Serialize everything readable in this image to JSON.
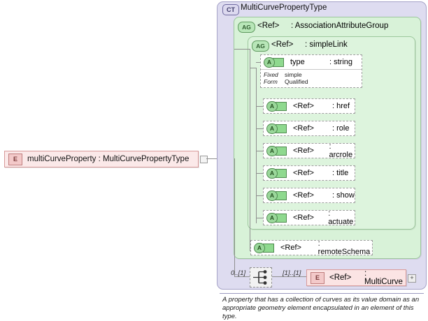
{
  "root_element": {
    "badge": "E",
    "label": "multiCurveProperty  : MultiCurvePropertyType",
    "name": "multiCurveProperty",
    "type": "MultiCurvePropertyType",
    "expander_icon": "collapse-box-icon"
  },
  "complex_type": {
    "badge": "CT",
    "title": "MultiCurvePropertyType"
  },
  "attribute_group_outer": {
    "badge": "AG",
    "ref": "<Ref>",
    "type": ": AssociationAttributeGroup"
  },
  "attribute_group_inner": {
    "badge": "AG",
    "ref": "<Ref>",
    "type": ": simpleLink"
  },
  "type_attribute": {
    "badge": "A",
    "name": "type",
    "type": ": string",
    "properties": [
      {
        "key": "Fixed",
        "value": "simple"
      },
      {
        "key": "Form",
        "value": "Qualified"
      }
    ]
  },
  "simplelink_attributes": [
    {
      "badge": "A",
      "ref": "<Ref>",
      "type": ": href"
    },
    {
      "badge": "A",
      "ref": "<Ref>",
      "type": ": role"
    },
    {
      "badge": "A",
      "ref": "<Ref>",
      "type": ": arcrole"
    },
    {
      "badge": "A",
      "ref": "<Ref>",
      "type": ": title"
    },
    {
      "badge": "A",
      "ref": "<Ref>",
      "type": ": show"
    },
    {
      "badge": "A",
      "ref": "<Ref>",
      "type": ": actuate"
    }
  ],
  "remote_schema_attribute": {
    "badge": "A",
    "ref": "<Ref>",
    "type": ": remoteSchema"
  },
  "sequence": {
    "icon": "sequence-compositor-icon",
    "cardinality_left": "0..[1]",
    "cardinality_right": "[1]..[1]"
  },
  "multicurve_element": {
    "badge": "E",
    "ref": "<Ref>",
    "type": ": MultiCurve",
    "expander": "+"
  },
  "documentation": "A property that has a collection of curves as its value domain as an appropriate geometry element encapsulated in an element of this type.",
  "colors": {
    "element_fill": "#fbe9e9",
    "element_border": "#d89a9a",
    "complextype_fill": "#dedcf0",
    "attributegroup_fill": "#d8f2d8",
    "attribute_badge": "#9ad79a",
    "connector_line": "#8f8f8f"
  }
}
